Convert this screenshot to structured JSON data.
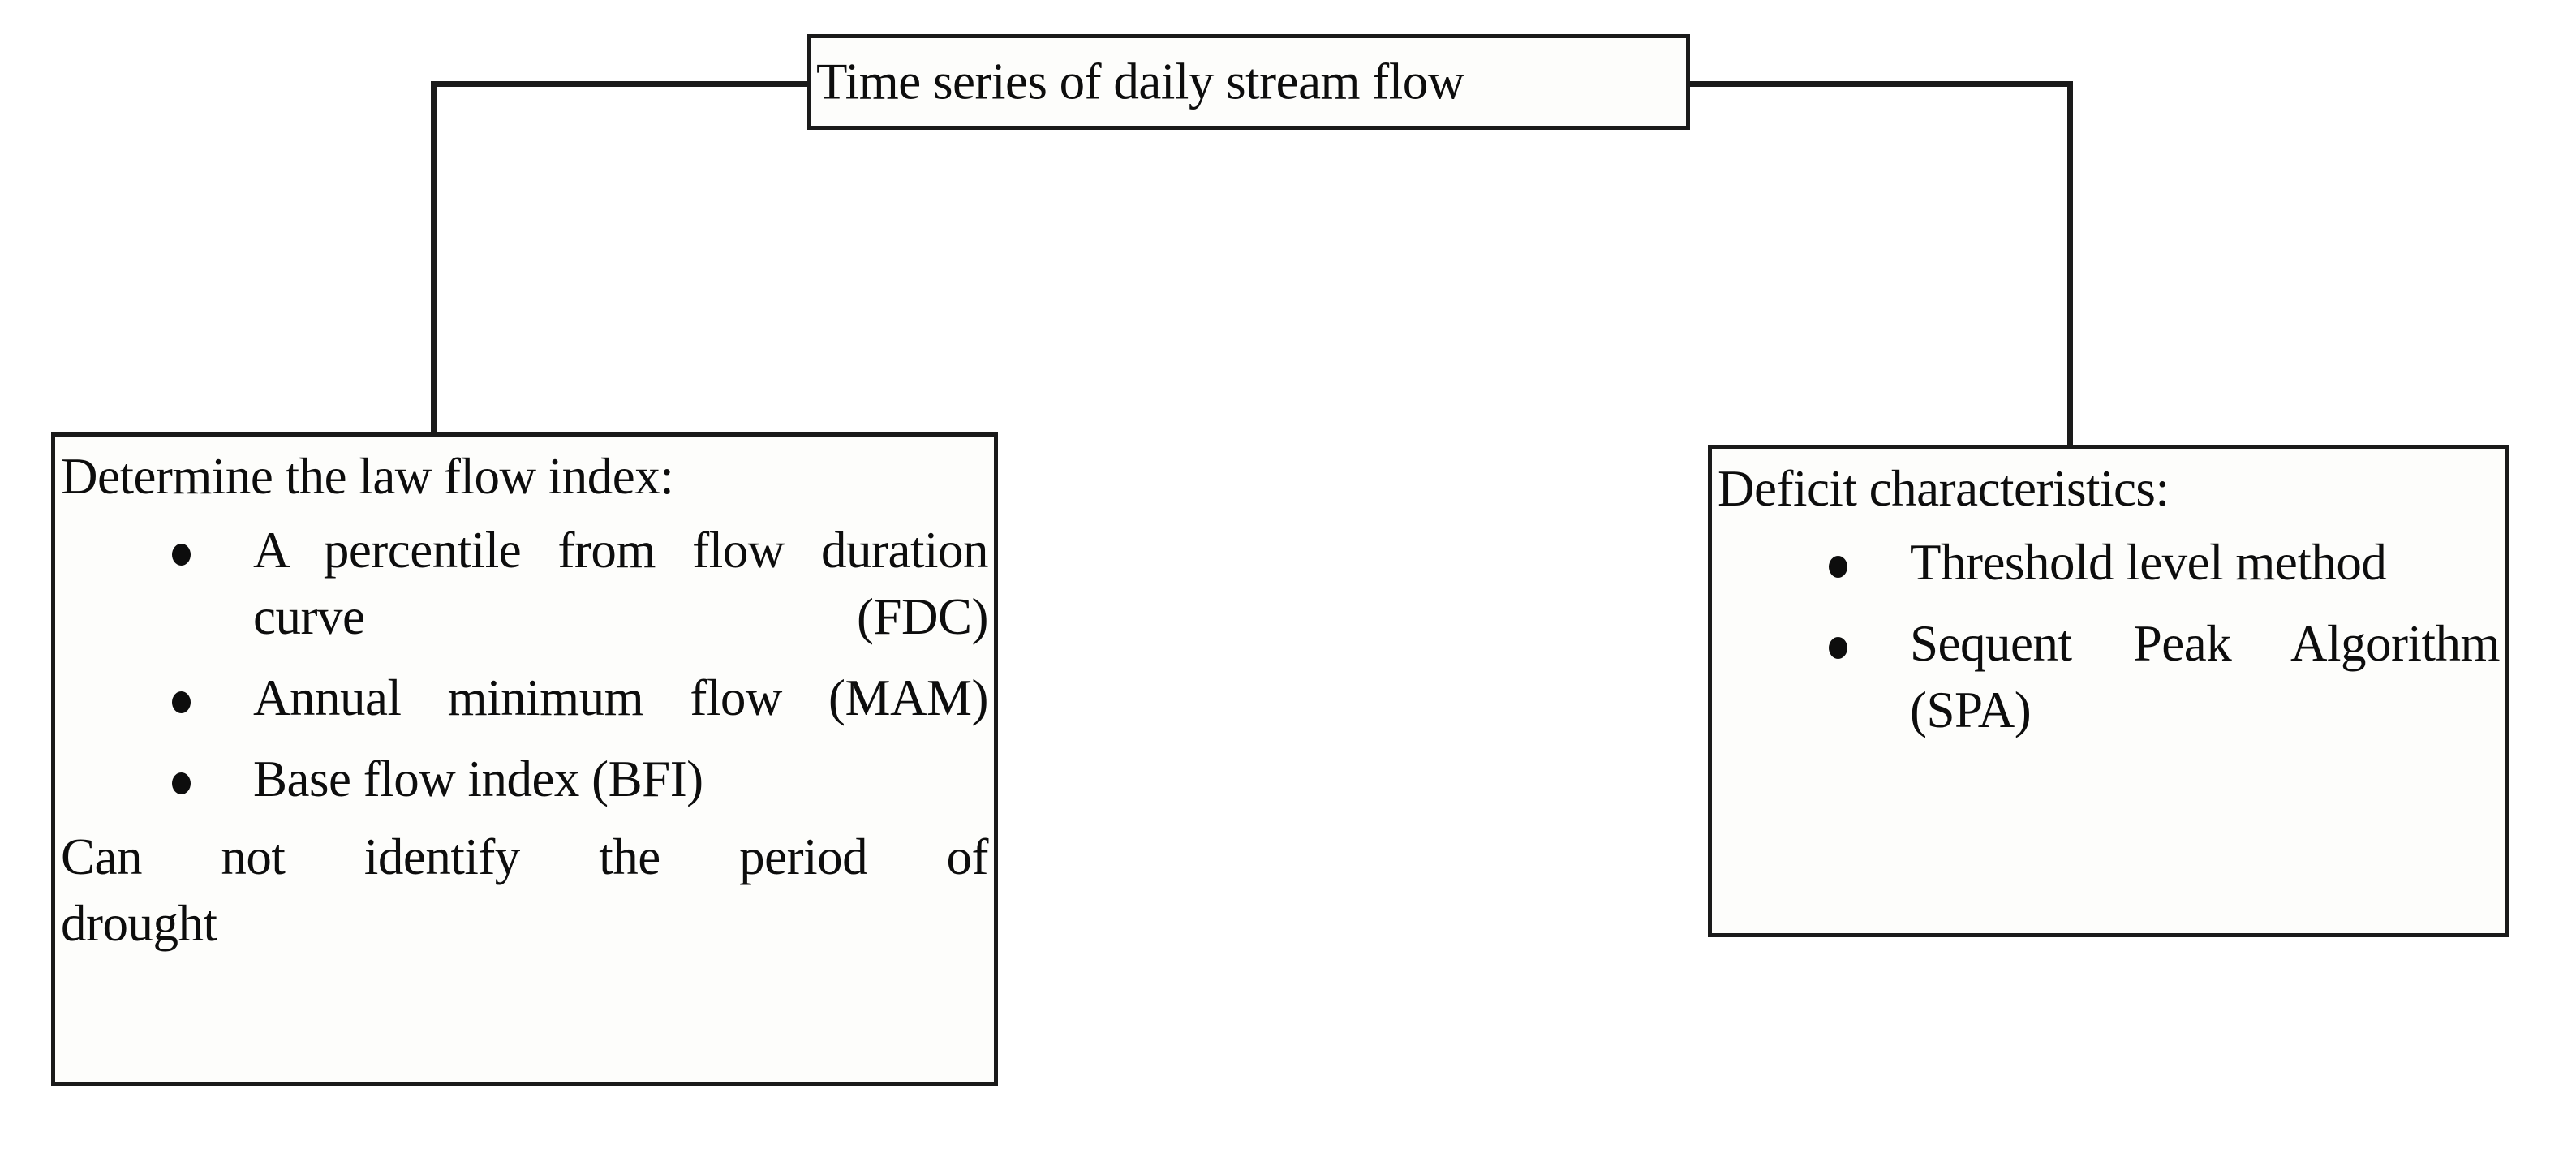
{
  "diagram": {
    "root": {
      "title": "Time series of daily stream flow"
    },
    "branches": [
      {
        "id": "low-flow-index",
        "heading": "Determine the law flow index:",
        "bullets": [
          "A percentile from flow duration curve (FDC)",
          "Annual minimum flow (MAM)",
          "Base flow index (BFI)"
        ],
        "note_line_1": "Can not identify the period of",
        "note_line_2": "drought"
      },
      {
        "id": "deficit-characteristics",
        "heading": "Deficit characteristics:",
        "bullets": [
          "Threshold level method",
          "Sequent Peak Algorithm (SPA)"
        ]
      }
    ],
    "connectors": [
      {
        "from": "root",
        "to": "low-flow-index"
      },
      {
        "from": "root",
        "to": "deficit-characteristics"
      }
    ],
    "colors": {
      "border": "#1a1a1a",
      "text": "#0d0d0d",
      "background": "#ffffff",
      "box_fill": "#fdfdfb"
    }
  }
}
